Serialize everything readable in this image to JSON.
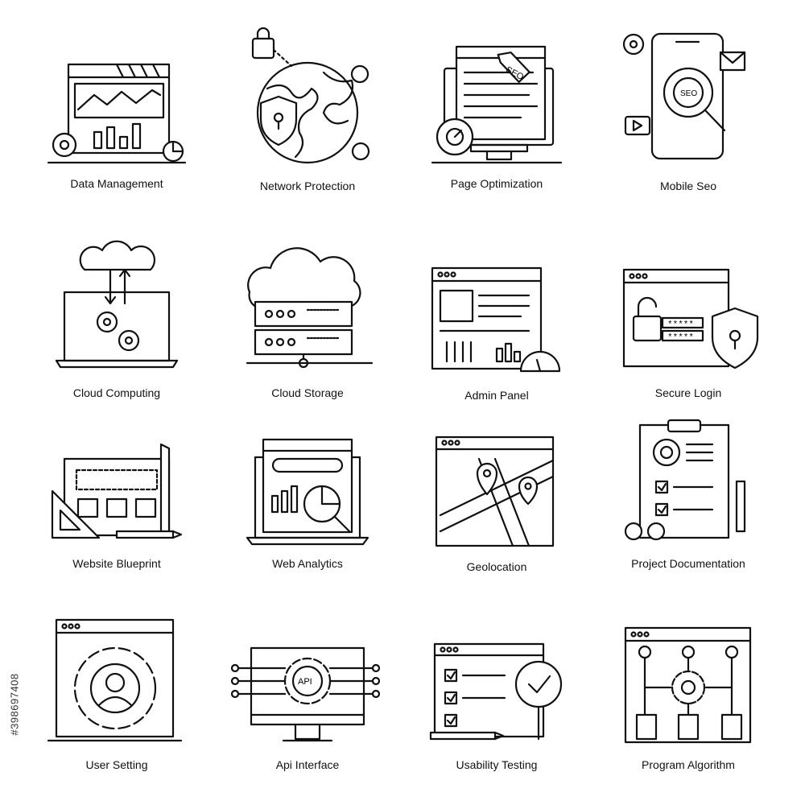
{
  "icons": [
    {
      "label": "Data Management"
    },
    {
      "label": "Network Protection"
    },
    {
      "label": "Page Optimization"
    },
    {
      "label": "Mobile Seo"
    },
    {
      "label": "Cloud Computing"
    },
    {
      "label": "Cloud Storage"
    },
    {
      "label": "Admin Panel"
    },
    {
      "label": "Secure Login"
    },
    {
      "label": "Website Blueprint"
    },
    {
      "label": "Web Analytics"
    },
    {
      "label": "Geolocation"
    },
    {
      "label": "Project Documentation"
    },
    {
      "label": "User Setting"
    },
    {
      "label": "Api Interface"
    },
    {
      "label": "Usability Testing"
    },
    {
      "label": "Program Algorithm"
    }
  ],
  "seo_tag": "SEO",
  "mobile_seo_badge": "SEO",
  "api_badge": "API",
  "password_mask_1": "*****",
  "password_mask_2": "*****",
  "stock_id": "#398697408"
}
